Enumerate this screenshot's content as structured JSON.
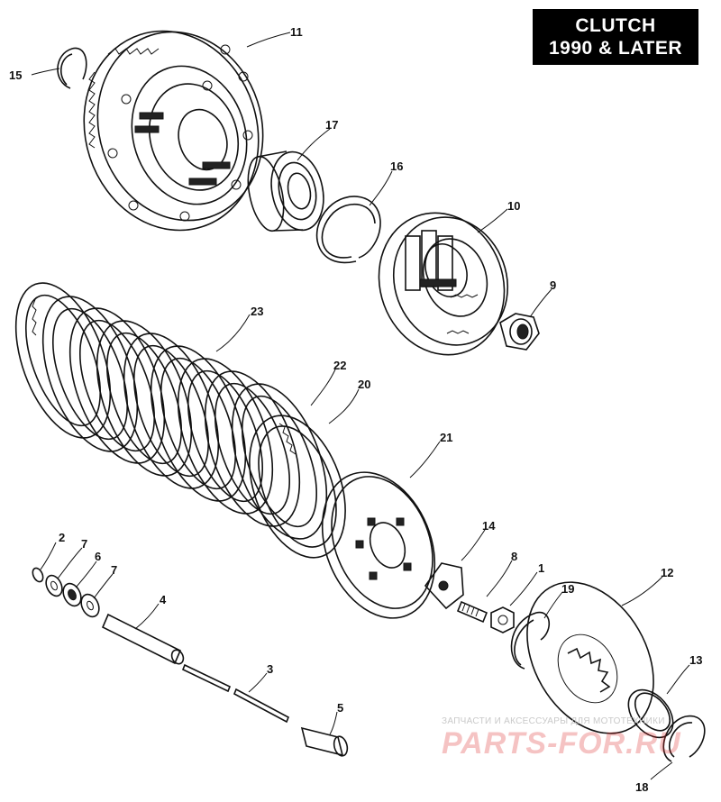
{
  "title": {
    "line1": "CLUTCH",
    "line2": "1990 & LATER"
  },
  "callouts": {
    "c11": "11",
    "c15": "15",
    "c17": "17",
    "c16": "16",
    "c10": "10",
    "c9": "9",
    "c23": "23",
    "c22": "22",
    "c20": "20",
    "c21": "21",
    "c2": "2",
    "c7a": "7",
    "c6": "6",
    "c7b": "7",
    "c4": "4",
    "c3": "3",
    "c5": "5",
    "c14": "14",
    "c8": "8",
    "c1": "1",
    "c19": "19",
    "c12": "12",
    "c13": "13",
    "c18": "18"
  },
  "watermark": {
    "tagline": "ЗАПЧАСТИ И АКСЕССУАРЫ ДЛЯ МОТОТЕХНИКИ",
    "brand": "PARTS-FOR.RU"
  }
}
